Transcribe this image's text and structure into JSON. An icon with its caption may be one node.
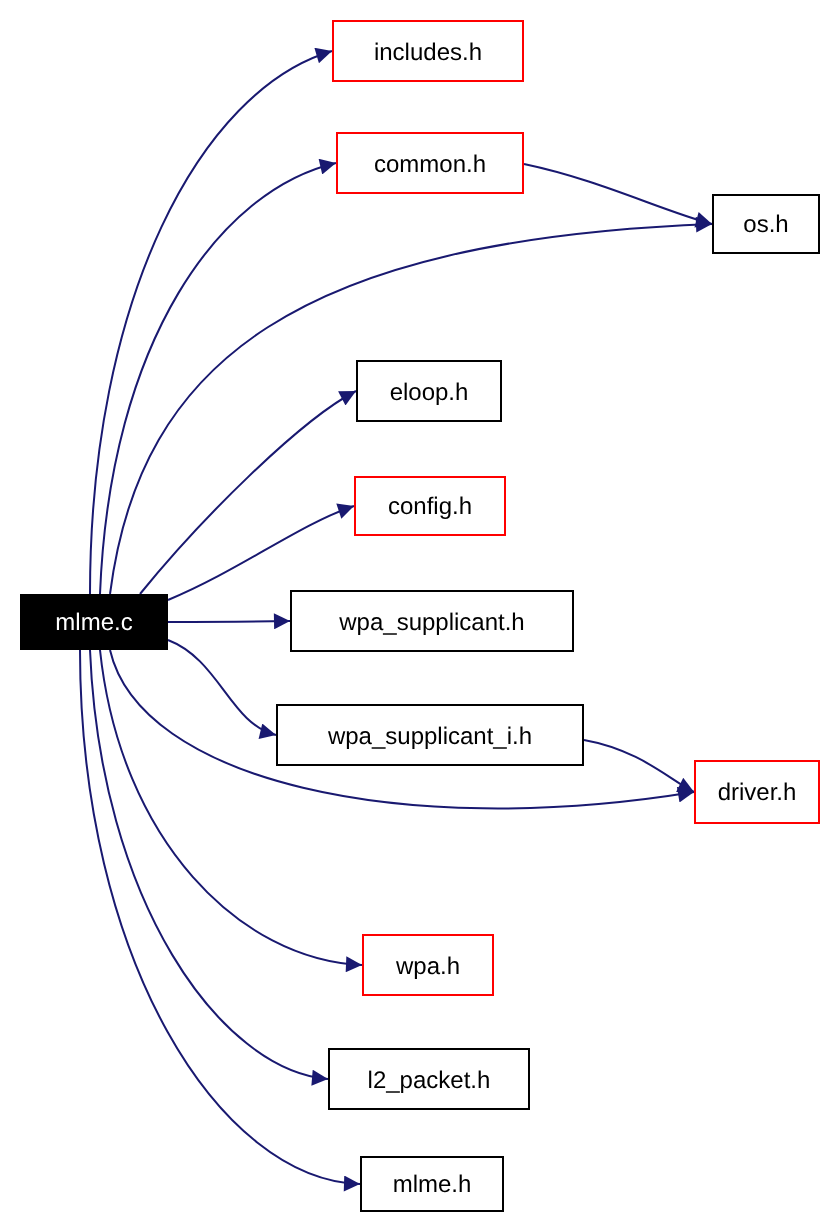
{
  "diagram": {
    "nodes": [
      {
        "text": [
          "mlme.c"
        ]
      },
      {
        "text": [
          "includes.h"
        ]
      },
      {
        "text": [
          "common.h"
        ]
      },
      {
        "text": [
          "os.h"
        ]
      },
      {
        "text": [
          "eloop.h"
        ]
      },
      {
        "text": [
          "config.h"
        ]
      },
      {
        "text": [
          "wpa_supplicant.h"
        ]
      },
      {
        "text": [
          "wpa_supplicant_i.h"
        ]
      },
      {
        "text": [
          "driver.h"
        ]
      },
      {
        "text": [
          "wpa.h"
        ]
      },
      {
        "text": [
          "l2_packet.h"
        ]
      },
      {
        "text": [
          "mlme.h"
        ]
      }
    ],
    "edges": [
      {
        "from": 0,
        "to": 1,
        "arrow": "to"
      },
      {
        "from": 0,
        "to": 2,
        "arrow": "to"
      },
      {
        "from": 0,
        "to": 3,
        "arrow": "to"
      },
      {
        "from": 0,
        "to": 4,
        "arrow": "to"
      },
      {
        "from": 0,
        "to": 5,
        "arrow": "to"
      },
      {
        "from": 0,
        "to": 6,
        "arrow": "to"
      },
      {
        "from": 0,
        "to": 7,
        "arrow": "to"
      },
      {
        "from": 0,
        "to": 8,
        "arrow": "to"
      },
      {
        "from": 0,
        "to": 9,
        "arrow": "to"
      },
      {
        "from": 0,
        "to": 10,
        "arrow": "to"
      },
      {
        "from": 0,
        "to": 11,
        "arrow": "to"
      },
      {
        "from": 2,
        "to": 3,
        "arrow": "to"
      },
      {
        "from": 7,
        "to": 8,
        "arrow": "to"
      }
    ]
  }
}
